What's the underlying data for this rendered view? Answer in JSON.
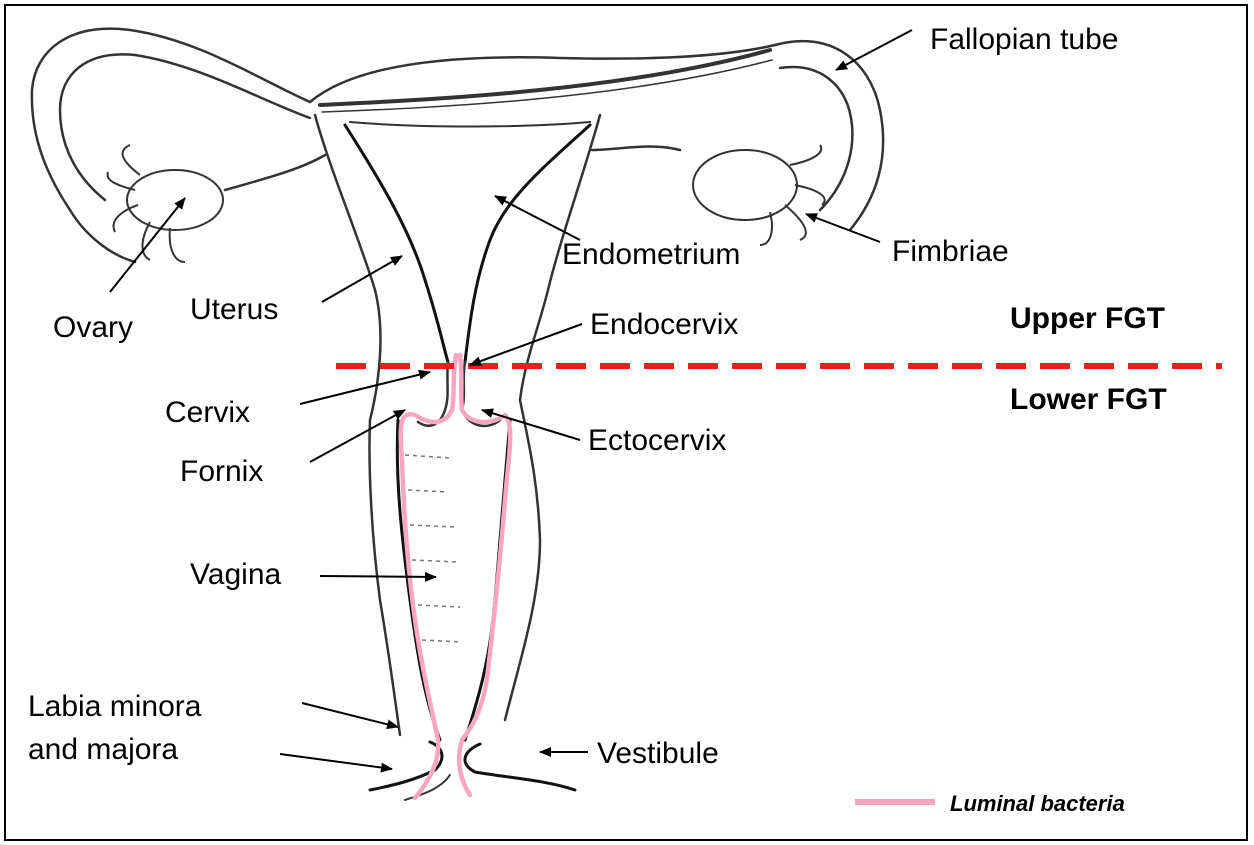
{
  "labels": {
    "fallopian_tube": "Fallopian tube",
    "fimbriae": "Fimbriae",
    "endometrium": "Endometrium",
    "ovary": "Ovary",
    "uterus": "Uterus",
    "endocervix": "Endocervix",
    "cervix": "Cervix",
    "fornix": "Fornix",
    "ectocervix": "Ectocervix",
    "vagina": "Vagina",
    "labia_line1": "Labia minora",
    "labia_line2": "and majora",
    "vestibule": "Vestibule"
  },
  "regions": {
    "upper": "Upper FGT",
    "lower": "Lower FGT"
  },
  "legend": {
    "luminal_bacteria": "Luminal bacteria"
  },
  "colors": {
    "boundary_line": "#e8201c",
    "luminal_bacteria": "#f7a6c4",
    "outline": "#333333"
  }
}
